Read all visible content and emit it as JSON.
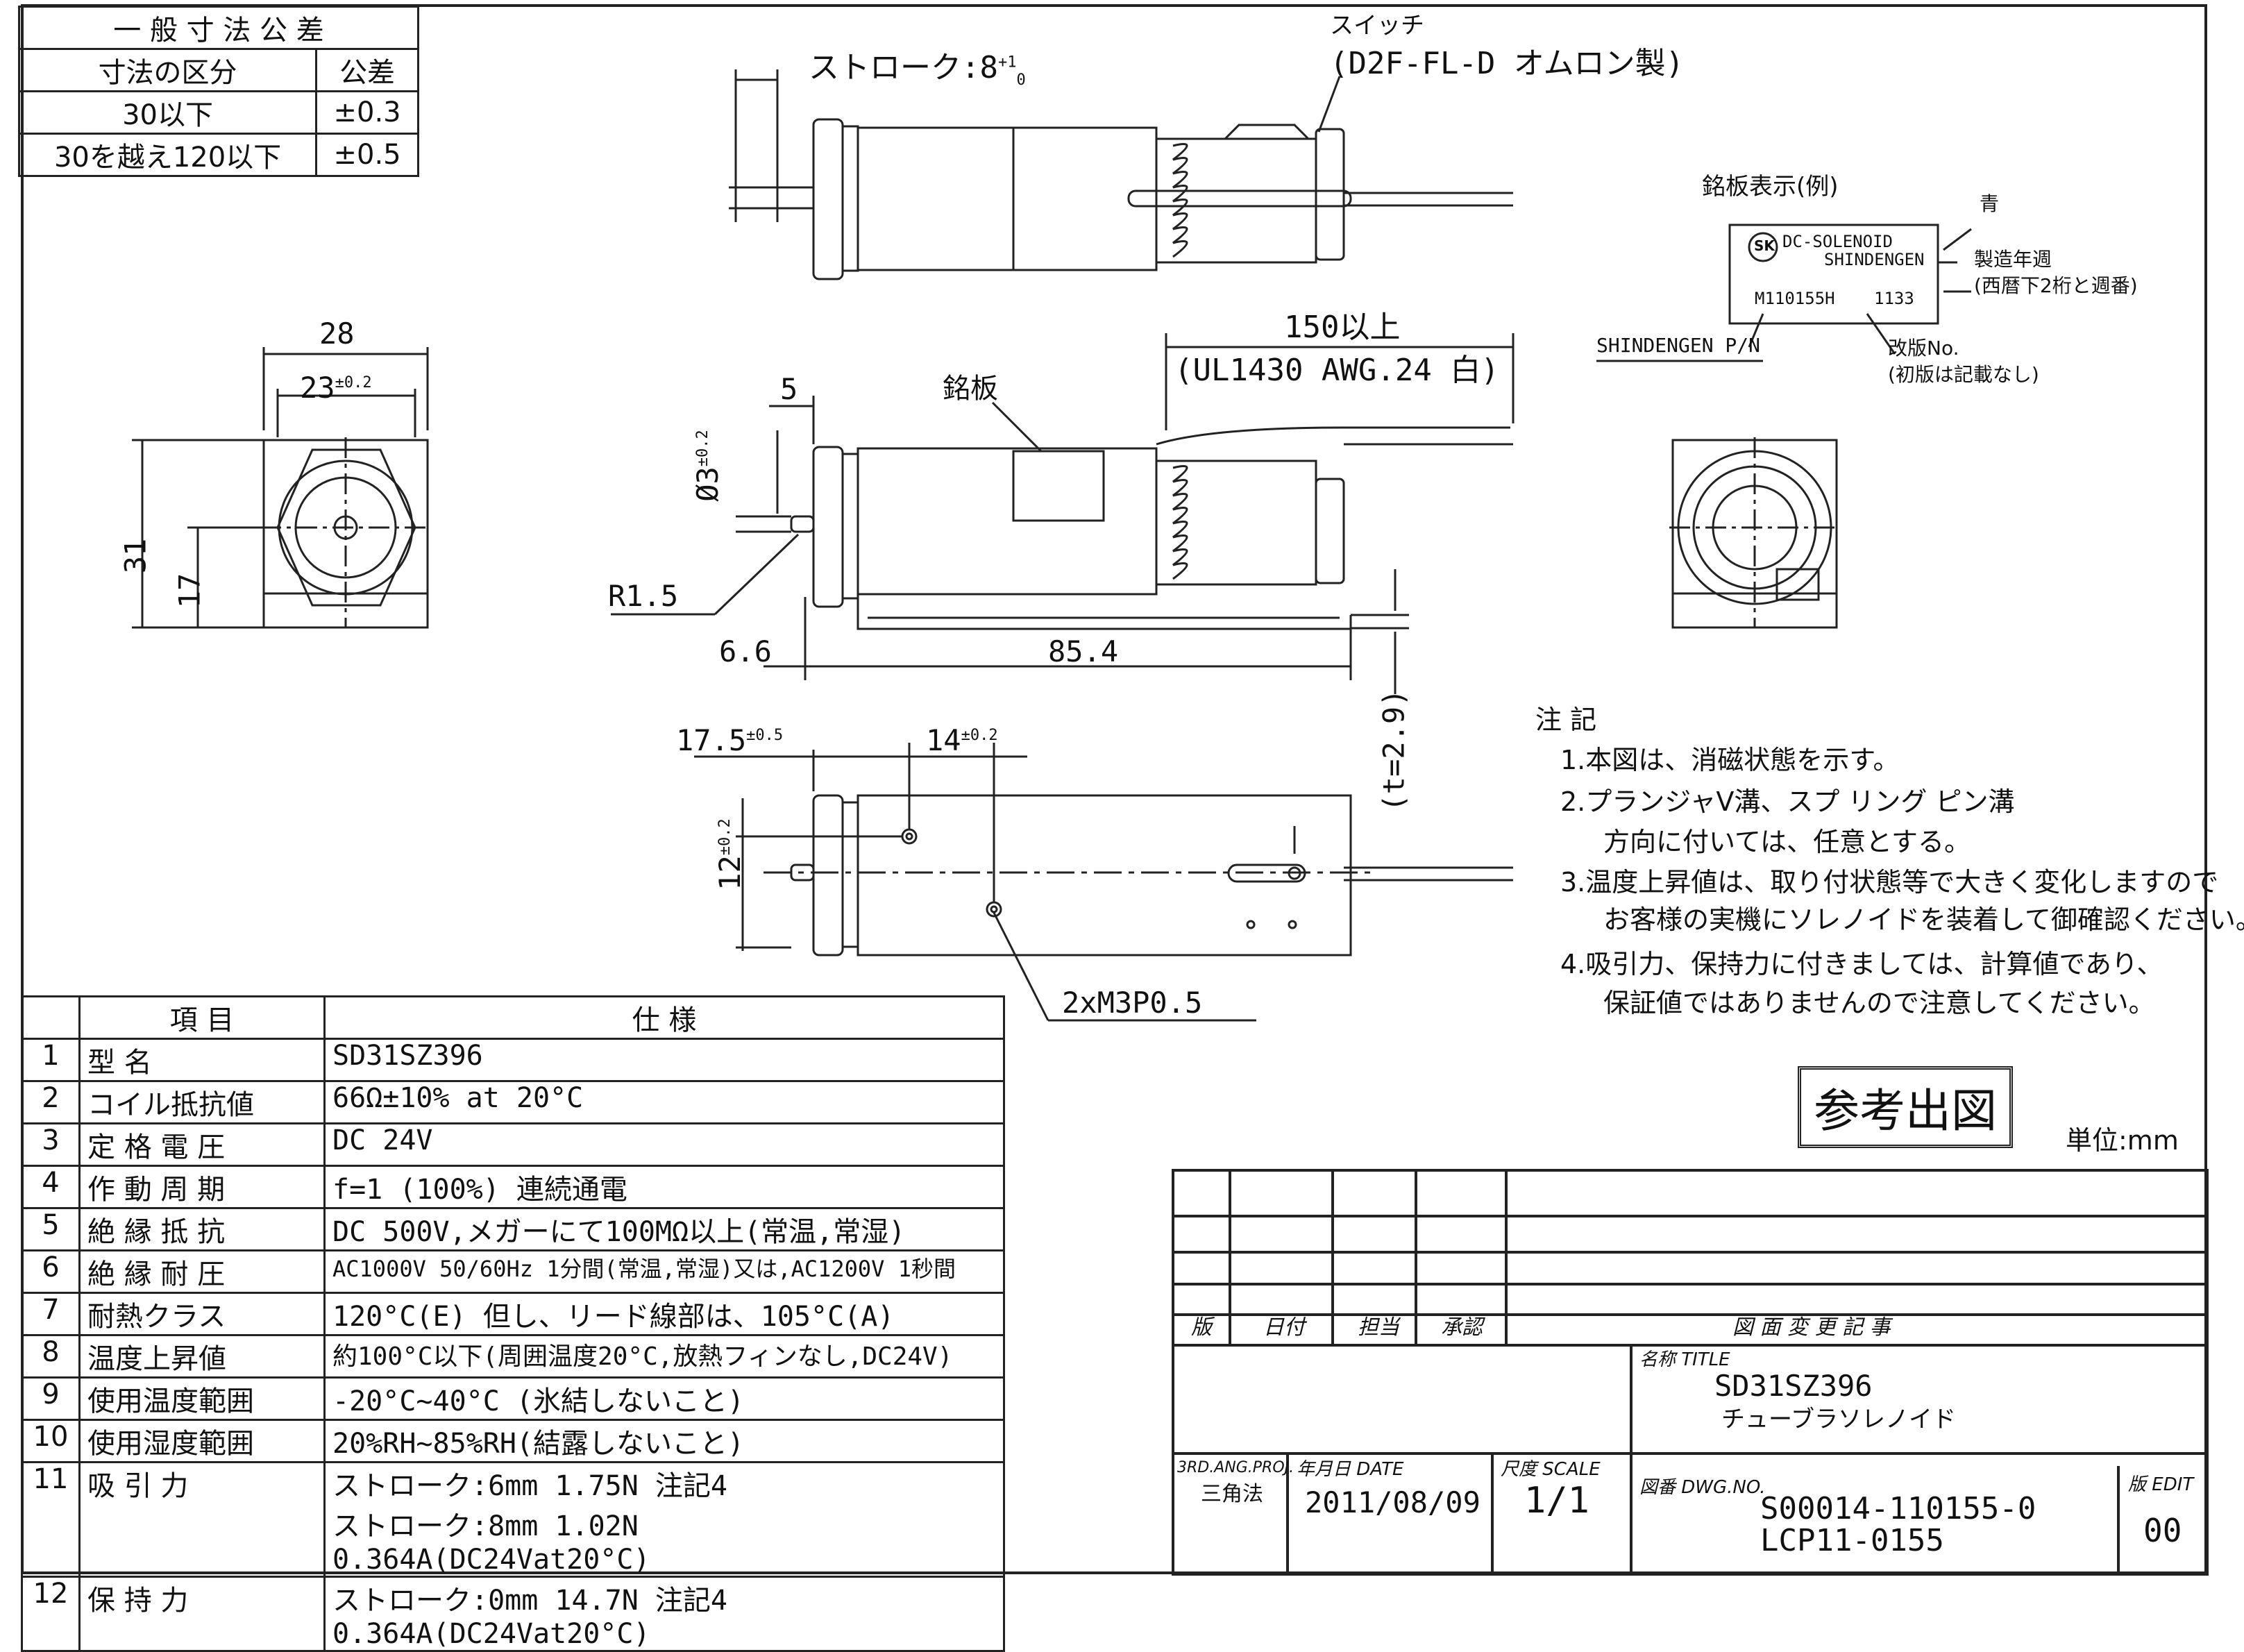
{
  "tolerance_table": {
    "title": "一 般 寸 法 公 差",
    "col_headers": [
      "寸法の区分",
      "公差"
    ],
    "rows": [
      {
        "range": "30以下",
        "tol": "±0.3"
      },
      {
        "range": "30を越え120以下",
        "tol": "±0.5"
      }
    ]
  },
  "dims": {
    "stroke": "ストローク:8",
    "stroke_tol_upper": "+1",
    "stroke_tol_lower": "0",
    "switch_label": "スイッチ",
    "switch_model": "(D2F-FL-D オムロン製)",
    "w28": "28",
    "w23": "23",
    "w23_tol": "±0.2",
    "h31": "31",
    "h17": "17",
    "d5": "5",
    "dia3": "Ø3",
    "dia3_tol": "±0.2",
    "nameplate": "銘板",
    "lead_len": "150以上",
    "lead_spec": "(UL1430 AWG.24 白)",
    "r15": "R1.5",
    "d66": "6.6",
    "d854": "85.4",
    "thickness": "(t=2.9)",
    "d175": "17.5",
    "d175_tol": "±0.5",
    "d14": "14",
    "d14_tol": "±0.2",
    "d12": "12",
    "d12_tol": "±0.2",
    "tap": "2xM3P0.5"
  },
  "nameplate_example": {
    "title": "銘板表示(例)",
    "logo": "SK",
    "line1": "DC-SOLENOID",
    "line2": "SHINDENGEN",
    "pn": "M110155H",
    "date_code": "1133",
    "label_blue": "青",
    "label_date": "製造年週",
    "label_date_note": "(西暦下2桁と週番)",
    "label_pn": "SHINDENGEN P/N",
    "label_rev": "改版No.",
    "label_rev_note": "(初版は記載なし)"
  },
  "notes": {
    "title": "注 記",
    "items": [
      "1.本図は、消磁状態を示す。",
      "2.プランジャV溝、スプ リング ピン溝",
      "方向に付いては、任意とする。",
      "3.温度上昇値は、取り付状態等で大きく変化しますので",
      "お客様の実機にソレノイドを装着して御確認ください。",
      "4.吸引力、保持力に付きましては、計算値であり、",
      "保証値ではありませんので注意してください。"
    ]
  },
  "stamp": "参考出図",
  "unit": "単位:mm",
  "spec_table": {
    "headers": [
      "項 目",
      "仕 様"
    ],
    "rows": [
      {
        "no": "1",
        "item": "型 名",
        "spec": [
          "SD31SZ396"
        ]
      },
      {
        "no": "2",
        "item": "コイル抵抗値",
        "spec": [
          "66Ω±10% at 20°C"
        ]
      },
      {
        "no": "3",
        "item": "定 格 電 圧",
        "spec": [
          "DC 24V"
        ]
      },
      {
        "no": "4",
        "item": "作 動 周 期",
        "spec": [
          "f=1 (100%) 連続通電"
        ]
      },
      {
        "no": "5",
        "item": "絶 縁 抵 抗",
        "spec": [
          "DC 500V,メガーにて100MΩ以上(常温,常湿)"
        ]
      },
      {
        "no": "6",
        "item": "絶 縁 耐 圧",
        "spec": [
          "AC1000V 50/60Hz 1分間(常温,常湿)又は,AC1200V 1秒間"
        ]
      },
      {
        "no": "7",
        "item": "耐熱クラス",
        "spec": [
          "120°C(E) 但し、リード線部は、105°C(A)"
        ]
      },
      {
        "no": "8",
        "item": "温度上昇値",
        "spec": [
          "約100°C以下(周囲温度20°C,放熱フィンなし,DC24V)"
        ]
      },
      {
        "no": "9",
        "item": "使用温度範囲",
        "spec": [
          "-20°C~40°C (氷結しないこと)"
        ]
      },
      {
        "no": "10",
        "item": "使用湿度範囲",
        "spec": [
          "20%RH~85%RH(結露しないこと)"
        ]
      },
      {
        "no": "11",
        "item": "吸 引 力",
        "spec": [
          "ストローク:6mm 1.75N 注記4",
          "ストローク:8mm 1.02N",
          "0.364A(DC24Vat20°C)"
        ]
      },
      {
        "no": "12",
        "item": "保 持 力",
        "spec": [
          "ストローク:0mm 14.7N 注記4",
          "0.364A(DC24Vat20°C)"
        ]
      }
    ]
  },
  "revision_block": {
    "headers": [
      "版",
      "日付",
      "担当",
      "承認",
      "図 面 変 更 記 事"
    ]
  },
  "title_block": {
    "name_label": "名称 TITLE",
    "name_1": "SD31SZ396",
    "name_2": "チューブラソレノイド",
    "proj_label": "3RD.ANG.PROJ.",
    "proj_value": "三角法",
    "date_label": "年月日 DATE",
    "date_value": "2011/08/09",
    "scale_label": "尺度 SCALE",
    "scale_value": "1/1",
    "dwg_label": "図番 DWG.NO.",
    "dwg_1": "S00014-110155-0",
    "dwg_2": "LCP11-0155",
    "edit_label": "版 EDIT",
    "edit_value": "00"
  }
}
